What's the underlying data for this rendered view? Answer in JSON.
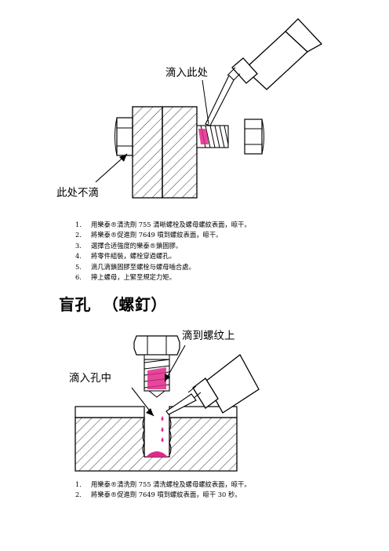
{
  "figure1": {
    "label_drop_here": "滴入此处",
    "label_no_drop": "此处不滴"
  },
  "steps1": [
    {
      "num": "1.",
      "text": "用樂泰®清洗劑 755 清晰螺栓及螺母螺紋表面，晾干。"
    },
    {
      "num": "2.",
      "text": "將樂泰®促進劑 7649 噴到螺紋表面，晾干。"
    },
    {
      "num": "3.",
      "text": "選擇合适強度的樂泰®鎖固膠。"
    },
    {
      "num": "4.",
      "text": "將零件組裝，螺栓穿過螺孔。"
    },
    {
      "num": "5.",
      "text": "滴几滴鎖固膠至螺栓与螺母嚙合處。"
    },
    {
      "num": "6.",
      "text": "擰上螺母，上緊至規定力矩。"
    }
  ],
  "section_heading": "盲孔  （螺釘）",
  "figure2": {
    "label_drop_on_thread": "滴到螺纹上",
    "label_drop_in_hole": "滴入孔中"
  },
  "steps2": [
    {
      "num": "1.",
      "text": "用樂泰®清洗劑 755 清洗螺栓及螺母螺紋表面，晾干。"
    },
    {
      "num": "2.",
      "text": "將樂泰®促進劑 7649 噴到螺紋表面，晾干 30 秒。"
    }
  ],
  "colors": {
    "adhesive": "#e0288a",
    "ink": "#000000"
  }
}
